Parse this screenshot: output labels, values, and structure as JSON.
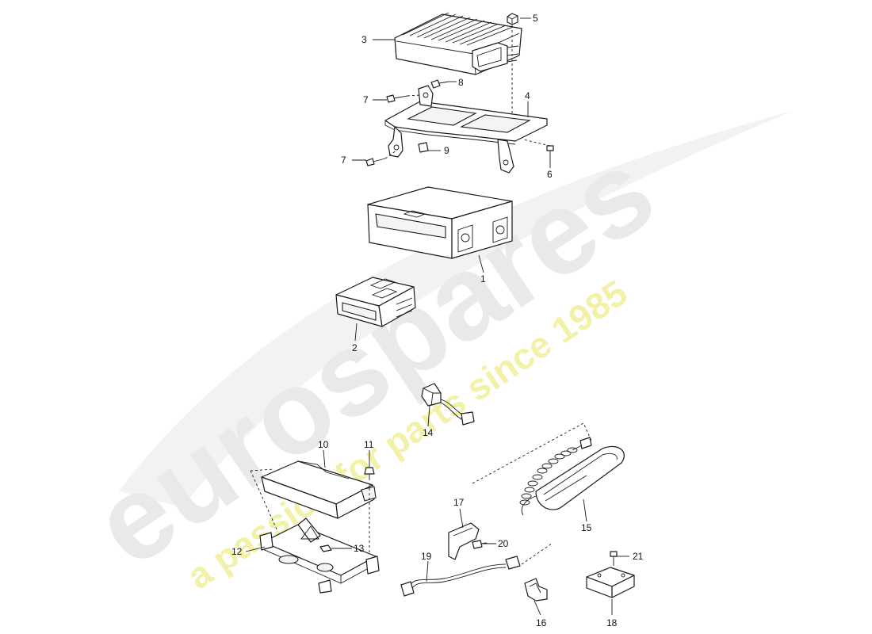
{
  "watermark": {
    "brand": "eurospares",
    "tagline": "a passion for parts since 1985",
    "brand_color": "#e9e9e9",
    "tagline_color": "#f3f0a8"
  },
  "callouts": [
    {
      "id": "c1",
      "label": "1"
    },
    {
      "id": "c2",
      "label": "2"
    },
    {
      "id": "c3",
      "label": "3"
    },
    {
      "id": "c4",
      "label": "4"
    },
    {
      "id": "c5",
      "label": "5"
    },
    {
      "id": "c6",
      "label": "6"
    },
    {
      "id": "c7a",
      "label": "7"
    },
    {
      "id": "c7b",
      "label": "7"
    },
    {
      "id": "c8",
      "label": "8"
    },
    {
      "id": "c9",
      "label": "9"
    },
    {
      "id": "c10",
      "label": "10"
    },
    {
      "id": "c11",
      "label": "11"
    },
    {
      "id": "c12",
      "label": "12"
    },
    {
      "id": "c13",
      "label": "13"
    },
    {
      "id": "c14",
      "label": "14"
    },
    {
      "id": "c15",
      "label": "15"
    },
    {
      "id": "c16",
      "label": "16"
    },
    {
      "id": "c17",
      "label": "17"
    },
    {
      "id": "c18",
      "label": "18"
    },
    {
      "id": "c19",
      "label": "19"
    },
    {
      "id": "c20",
      "label": "20"
    },
    {
      "id": "c21",
      "label": "21"
    }
  ]
}
